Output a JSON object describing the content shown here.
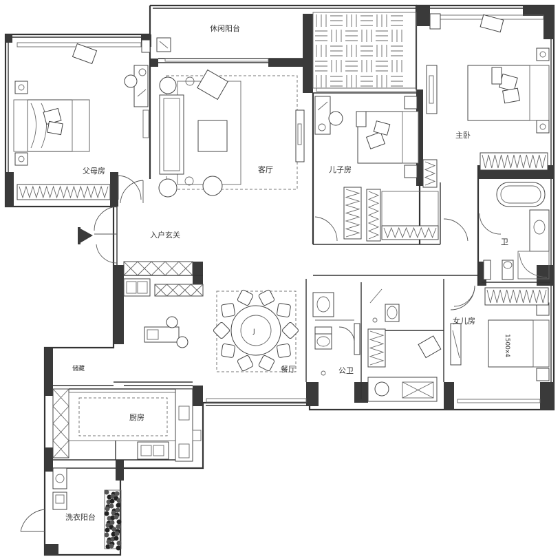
{
  "rooms": {
    "leisure_balcony": "休闲阳台",
    "parents_room": "父母房",
    "living_room": "客厅",
    "kids_room": "儿子房",
    "master_bedroom": "主卧",
    "entrance_hall": "入户玄关",
    "bathroom_2": "卫",
    "dining_room": "餐厅",
    "daughter_room": "女儿房",
    "kitchen": "厨房",
    "public_bath": "公卫",
    "laundry_balcony": "洗衣阳台",
    "storage": "储藏"
  },
  "labels": {
    "bed_size": "1500x4",
    "dining_mark": "J"
  },
  "colors": {
    "wall": "#3a3a3a",
    "line": "#333333",
    "background": "#ffffff"
  }
}
